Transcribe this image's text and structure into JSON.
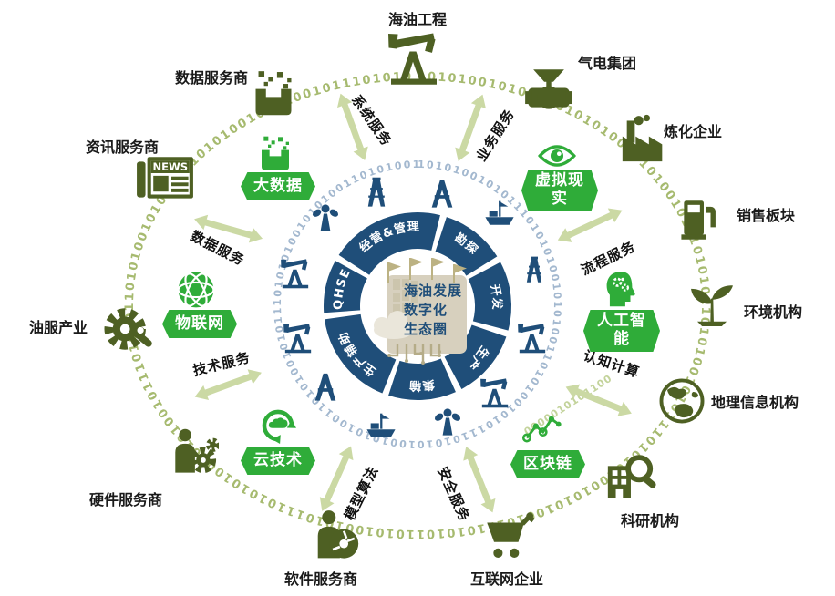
{
  "center": {
    "line1": "海油发展",
    "line2": "数字化",
    "line3": "生态圈"
  },
  "inner_ring": {
    "seg_management": "经营&管理",
    "seg_exploration": "勘探",
    "seg_development": "开发",
    "seg_production": "生产",
    "seg_gathering": "集输",
    "seg_support": "生产辅助",
    "seg_qhse": "QHSE"
  },
  "tech_badges": {
    "big_data": "大数据",
    "vr_l1": "虚拟现",
    "vr_l2": "实",
    "ai_l1": "人工智",
    "ai_l2": "能",
    "blockchain": "区块链",
    "cloud": "云技术",
    "iot": "物联网"
  },
  "services": {
    "system": "系统服务",
    "business": "业务服务",
    "process": "流程服务",
    "cognitive": "认知计算",
    "security": "安全服务",
    "model": "模型算法",
    "technical": "技术服务",
    "data": "数据服务"
  },
  "entities": {
    "offshore_engineering": "海油工程",
    "gas_power": "气电集团",
    "refining": "炼化企业",
    "sales": "销售板块",
    "environment": "环境机构",
    "gis": "地理信息机构",
    "research": "科研机构",
    "internet": "互联网企业",
    "software": "软件服务商",
    "hardware": "硬件服务商",
    "oilfield_services": "油服产业",
    "information": "资讯服务商",
    "data_provider": "数据服务商"
  },
  "news_label": "NEWS",
  "binary": {
    "outer": "101010010101110101010010101001011101010110101001010111010101001010100101110101011010100101011101010100101010010111010101101010010101110101010010101001011101010110101001010111010101001010100101110101011010100101011101",
    "inner": "101010010101110101010010101001101010010101110101010010101001101010010101110101010010101001101010010101110101",
    "spoke": "0000010101100"
  },
  "colors": {
    "navy": "#1F4E79",
    "badge_green": "#2FAC39",
    "icon_olive": "#4E6023",
    "arrow_sage": "#CBD9A4",
    "binary_olive": "#A6BA6F",
    "binary_blue": "#A3B8CF",
    "center_beige": "#D7D0BE"
  }
}
